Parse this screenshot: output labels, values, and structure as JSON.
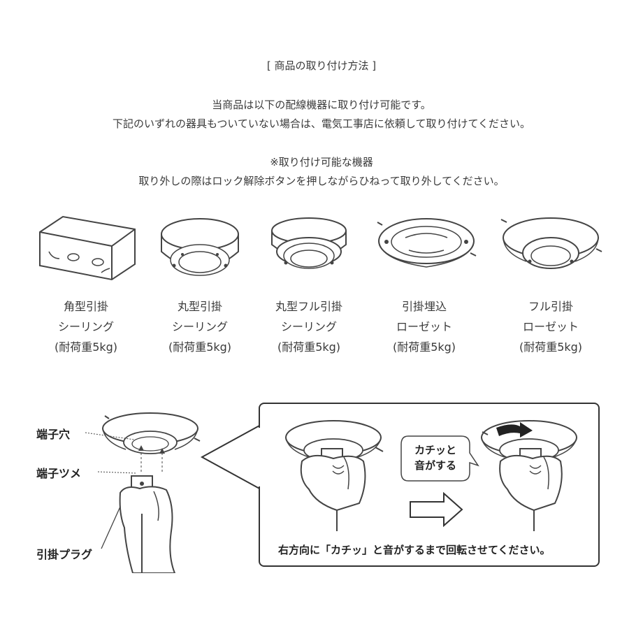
{
  "header": {
    "title": "[ 商品の取り付け方法 ]"
  },
  "intro": {
    "line1": "当商品は以下の配線機器に取り付け可能です。",
    "line2": "下記のいずれの器具もついていない場合は、電気工事店に依頼して取り付けてください。"
  },
  "note": {
    "heading": "※取り付け可能な機器",
    "text": "取り外しの際はロック解除ボタンを押しながらひねって取り外してください。"
  },
  "fixtures": [
    {
      "line1": "角型引掛",
      "line2": "シーリング",
      "line3": "(耐荷重5kg)"
    },
    {
      "line1": "丸型引掛",
      "line2": "シーリング",
      "line3": "(耐荷重5kg)"
    },
    {
      "line1": "丸型フル引掛",
      "line2": "シーリング",
      "line3": "(耐荷重5kg)"
    },
    {
      "line1": "引掛埋込",
      "line2": "ローゼット",
      "line3": "(耐荷重5kg)"
    },
    {
      "line1": "フル引掛",
      "line2": "ローゼット",
      "line3": "(耐荷重5kg)"
    }
  ],
  "diagram": {
    "label_hole": "端子穴",
    "label_claw": "端子ツメ",
    "label_plug": "引掛プラグ",
    "bubble_line1": "カチッと",
    "bubble_line2": "音がする",
    "instruction": "右方向に「カチッ」と音がするまで回転させてください。"
  }
}
